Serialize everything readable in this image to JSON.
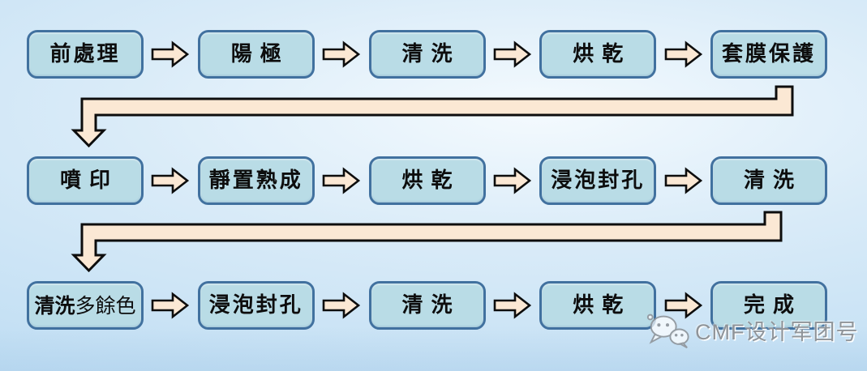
{
  "flowchart": {
    "title": "anodizing-inkjet-process-flow",
    "rows": [
      {
        "boxes": [
          {
            "label": "前處理"
          },
          {
            "label": "陽極"
          },
          {
            "label": "清洗"
          },
          {
            "label": "烘乾"
          },
          {
            "label": "套膜保護"
          }
        ]
      },
      {
        "boxes": [
          {
            "label": "噴印"
          },
          {
            "label": "靜置熟成"
          },
          {
            "label": "烘乾"
          },
          {
            "label": "浸泡封孔"
          },
          {
            "label": "清洗"
          }
        ]
      },
      {
        "boxes": [
          {
            "label": "清洗多餘色",
            "label_parts": {
              "bold": "清洗",
              "light": "多餘色"
            }
          },
          {
            "label": "浸泡封孔"
          },
          {
            "label": "清洗"
          },
          {
            "label": "烘乾"
          },
          {
            "label": "完成"
          }
        ]
      }
    ],
    "connectors": [
      {
        "name": "row1-to-row2",
        "direction": "right-end-down-left-then-down"
      },
      {
        "name": "row2-to-row3",
        "direction": "right-end-down-left-then-down"
      }
    ]
  },
  "watermark": {
    "icon": "wechat-icon",
    "text": "CMF设计军团号"
  },
  "colors": {
    "background_outer": "#b9daf2",
    "background_mid": "#d9ebf8",
    "background_inner": "#f4fafe",
    "box_fill": "#b9dce6",
    "box_border": "#41719f",
    "arrow_fill": "#fbe8d4",
    "arrow_outline": "#0d0d0d",
    "text_color": "#0d0d0d",
    "watermark_color": "#8f9499"
  }
}
